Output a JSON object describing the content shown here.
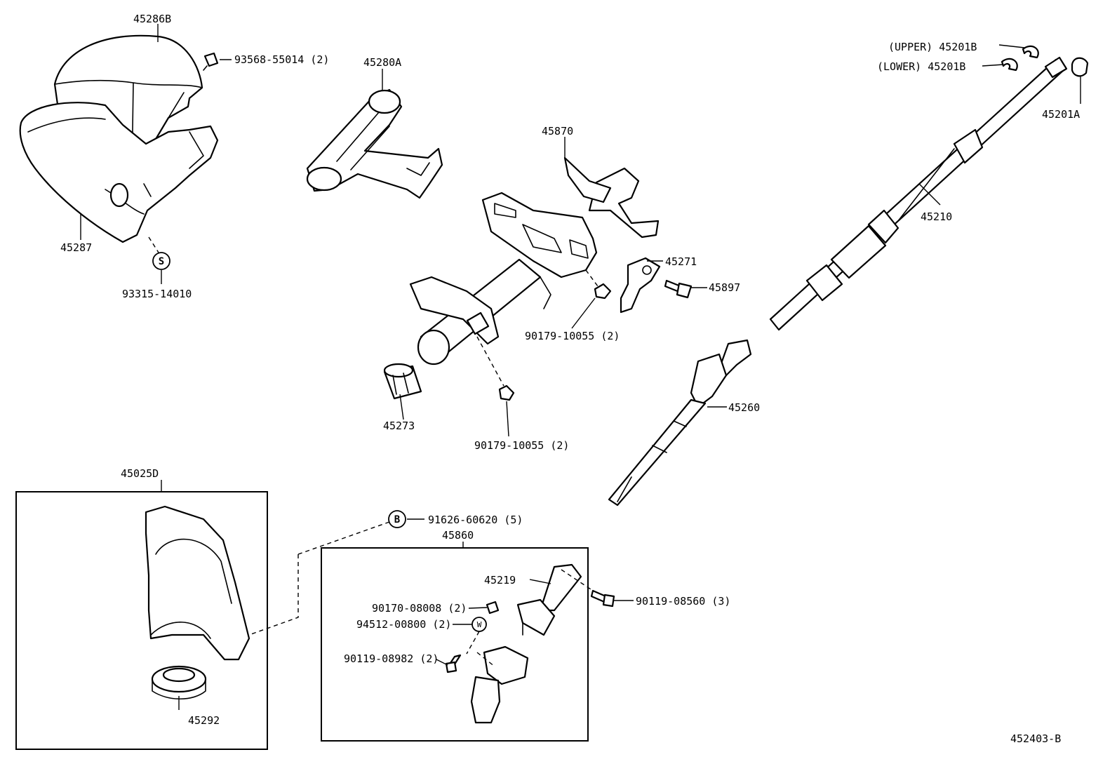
{
  "labels": {
    "p45286B": "45286B",
    "p45287": "45287",
    "p93568": "93568-55014 (2)",
    "p93315": "93315-14010",
    "p45280A": "45280A",
    "p45870": "45870",
    "p45271": "45271",
    "p45897": "45897",
    "p90179a": "90179-10055 (2)",
    "p90179b": "90179-10055 (2)",
    "p45273": "45273",
    "p45260": "45260",
    "p45201B_upper": "(UPPER) 45201B",
    "p45201B_lower": "(LOWER) 45201B",
    "p45201A": "45201A",
    "p45210": "45210",
    "p45025D": "45025D",
    "p45292": "45292",
    "p91626": "91626-60620 (5)",
    "p45860": "45860",
    "p45219": "45219",
    "p90119a": "90119-08560 (3)",
    "p90170": "90170-08008 (2)",
    "p94512": "94512-00800 (2)",
    "p90119b": "90119-08982 (2)",
    "ref": "452403-B"
  },
  "badges": {
    "s": "S",
    "b": "B",
    "w": "W"
  }
}
